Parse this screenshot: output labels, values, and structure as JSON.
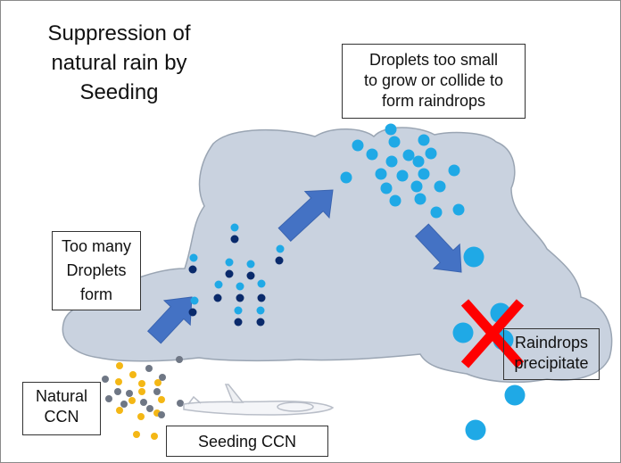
{
  "title_lines": [
    "Suppression of",
    "natural rain by",
    "Seeding"
  ],
  "boxes": {
    "droplets_too_small": [
      "Droplets too small",
      "to grow or collide to",
      "form raindrops"
    ],
    "too_many_droplets": [
      "Too many",
      "Droplets",
      "form"
    ],
    "raindrops_precipitate": [
      "Raindrops",
      "precipitate"
    ],
    "natural_ccn": [
      "Natural",
      "CCN"
    ],
    "seeding_ccn": "Seeding CCN"
  },
  "colors": {
    "cloud": "#c9d2df",
    "cloud_outline": "#9aa5b3",
    "arrow": "#4472c4",
    "droplet_light": "#1fa9e6",
    "droplet_dark": "#0a2a6b",
    "natural_ccn_particle": "#f4b715",
    "seeding_ccn_particle": "#6f7785",
    "cross": "#ff0000"
  },
  "icons": [
    "arrow-icon",
    "cross-icon",
    "airplane-icon"
  ]
}
